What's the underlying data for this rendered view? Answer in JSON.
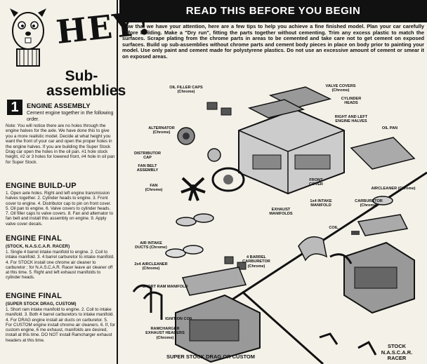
{
  "hey": {
    "word": "HEY!"
  },
  "left": {
    "title": "Sub-\nassemblies",
    "section_num": "1",
    "engine_assembly": "ENGINE ASSEMBLY",
    "engine_assembly_sub": "Cement engine together in the following order.",
    "note": "Note: You will notice there are no holes through the engine halves for the axle. We have done this to give you a more realistic model. Decide at what height you want the front of your car and open the proper holes in the engine halves. If you are building the Super Stock Drag car open the holes in the oil pan. #1 hole stock height, #2 or 3 holes for lowered front, #4 hole in oil pan for Super Stock.",
    "buildup_hdr": "ENGINE BUILD-UP",
    "buildup": "1. Open axle holes. Right and left engine transmission halves together. 2. Cylinder heads to engine. 3. Front cover to engine. 4. Distributor cap to pin on front cover. 5. Oil pan to engine. 6. Valve covers to cylinder heads. 7. Oil filler caps to valve covers. 8. Fan and alternator to fan belt and install this assembly on engine. 9. Apply valve cover decals.",
    "final1_hdr": "ENGINE FINAL",
    "final1_paren": "(STOCK, N.A.S.C.A.R. RACER)",
    "final1": "1. Single 4 barrel intake manifold to engine. 2. Coil to intake manifold. 3. 4 barrel carburetor to intake manifold. 4. For STOCK install one chrome air cleaner to carburetor ; for N.A.S.C.A.R. Racer leave air cleaner off at this time. 5. Right and left exhaust manifolds to cylinder heads.",
    "final2_hdr": "ENGINE FINAL",
    "final2_paren": "(SUPER STOCK DRAG, CUSTOM)",
    "final2": "1. Short ram intake manifold to engine. 2. Coil to intake manifold. 3. Both 4 barrel carburetors to intake manifold. 4. For DRAG engine install air ducts on carburetor. 5. For CUSTOM engine install chrome air cleaners. 6. If, for custom engine, 6 me exhaust, manifolds are desired, install at this time. DO NOT install Ramcharger exhaust headers at this time."
  },
  "banner": "READ THIS BEFORE YOU BEGIN",
  "intro": "Now that we have your attention, here are a few tips to help you achieve a fine finished model. Plan your car carefully before building. Make a \"Dry run\", fitting the parts together without cementing. Trim any excess plastic to match the surfaces. Scrape plating from the chrome parts in areas to be cemented and take care not to get cement on exposed surfaces. Build up sub-assemblies without chrome parts and cement body pieces in place on body prior to painting your model. Use only paint and cement made for polystyrene plastics. Do not use an excessive amount of cement or smear it on exposed areas.",
  "labels": {
    "oil_filler": "OIL FILLER CAPS\n(Chrome)",
    "valve_covers": "VALVE COVERS\n(Chrome)",
    "cyl_heads": "CYLINDER\nHEADS",
    "engine_halves": "RIGHT AND LEFT\nENGINE HALVES",
    "oil_pan": "OIL PAN",
    "alternator": "ALTERNATOR\n(Chrome)",
    "distributor": "DISTRIBUTOR\nCAP",
    "fan_belt": "FAN BELT\nASSEMBLY",
    "fan": "FAN\n(Chrome)",
    "front_cover": "FRONT\nCOVER",
    "aircleaner": "AIRCLEANER (Chrome)",
    "intake_1x4": "1x4 INTAKE\nMANIFOLD",
    "carb": "CARBURETOR\n(Chrome)",
    "exh_manifolds": "EXHAUST\nMANIFOLDS",
    "coil": "COIL",
    "air_ducts": "AIR INTAKE\nDUCTS (Chrome)",
    "aircleaner_2x4": "2x4 AIRCLEANER\n(Chrome)",
    "carb_4b": "4 BARREL\nCARBURETOR\n(Chrome)",
    "short_ram": "SHORT RAM MANIFOLD",
    "ign_coil": "IGNITION COIL",
    "ramcharger": "RAMCHARGER\nEXHAUST HEADERS\n(Chrome)",
    "caption_left": "SUPER STOCK DRAG OR CUSTOM",
    "caption_right": "STOCK\nN.A.S.C.A.R.\nRACER"
  }
}
